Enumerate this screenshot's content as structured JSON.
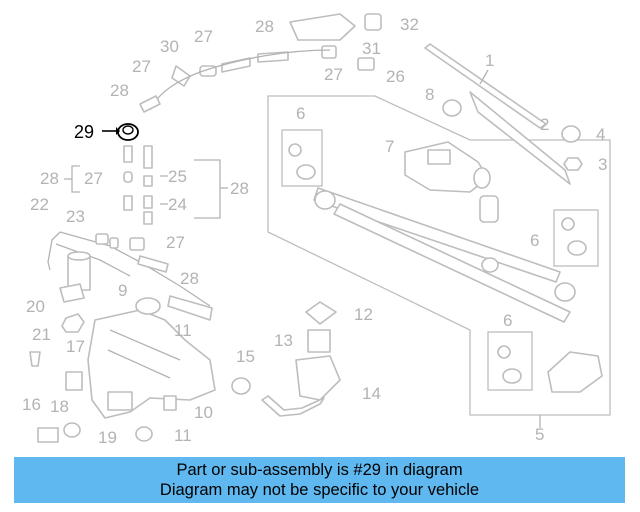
{
  "diagram": {
    "highlighted_part": "29",
    "callouts": [
      "1",
      "2",
      "3",
      "4",
      "5",
      "6",
      "7",
      "8",
      "9",
      "11",
      "12",
      "13",
      "14",
      "15",
      "16",
      "17",
      "18",
      "19",
      "20",
      "21",
      "22",
      "23",
      "24",
      "25",
      "26",
      "27",
      "28",
      "29",
      "30",
      "31",
      "32",
      "10"
    ],
    "box_label_6": "6",
    "box_label_28": "28",
    "box_label_5": "5"
  },
  "banner": {
    "line1": "Part or sub-assembly is #29 in diagram",
    "line2": "Diagram may not be specific to your vehicle",
    "color": "#5fb8ef"
  },
  "colors": {
    "lines": "#bdbdbd",
    "highlight": "#000000"
  }
}
